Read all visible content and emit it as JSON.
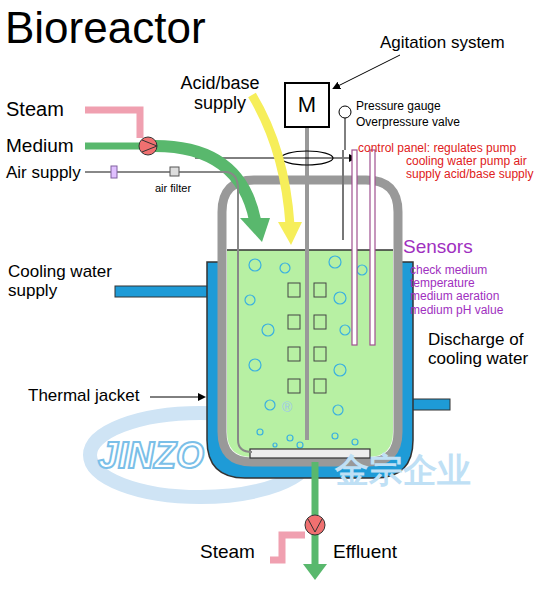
{
  "diagram": {
    "title": "Bioreactor",
    "nodes": [
      {
        "text": [
          "M"
        ]
      }
    ],
    "labels": [
      "Agitation system",
      "Acid/base supply",
      "Steam",
      "Medium",
      "Air supply",
      "air filter",
      "Pressure gauge",
      "Overpressure valve",
      "control panel: regulates pump cooling water pump air supply acid/base supply",
      "Sensors",
      "check medium temperature medium aeration medium pH value",
      "Cooling water supply",
      "Discharge of cooling water",
      "Thermal jacket",
      "Steam",
      "Effluent",
      "JINZO",
      "®",
      "金宗企业"
    ]
  }
}
